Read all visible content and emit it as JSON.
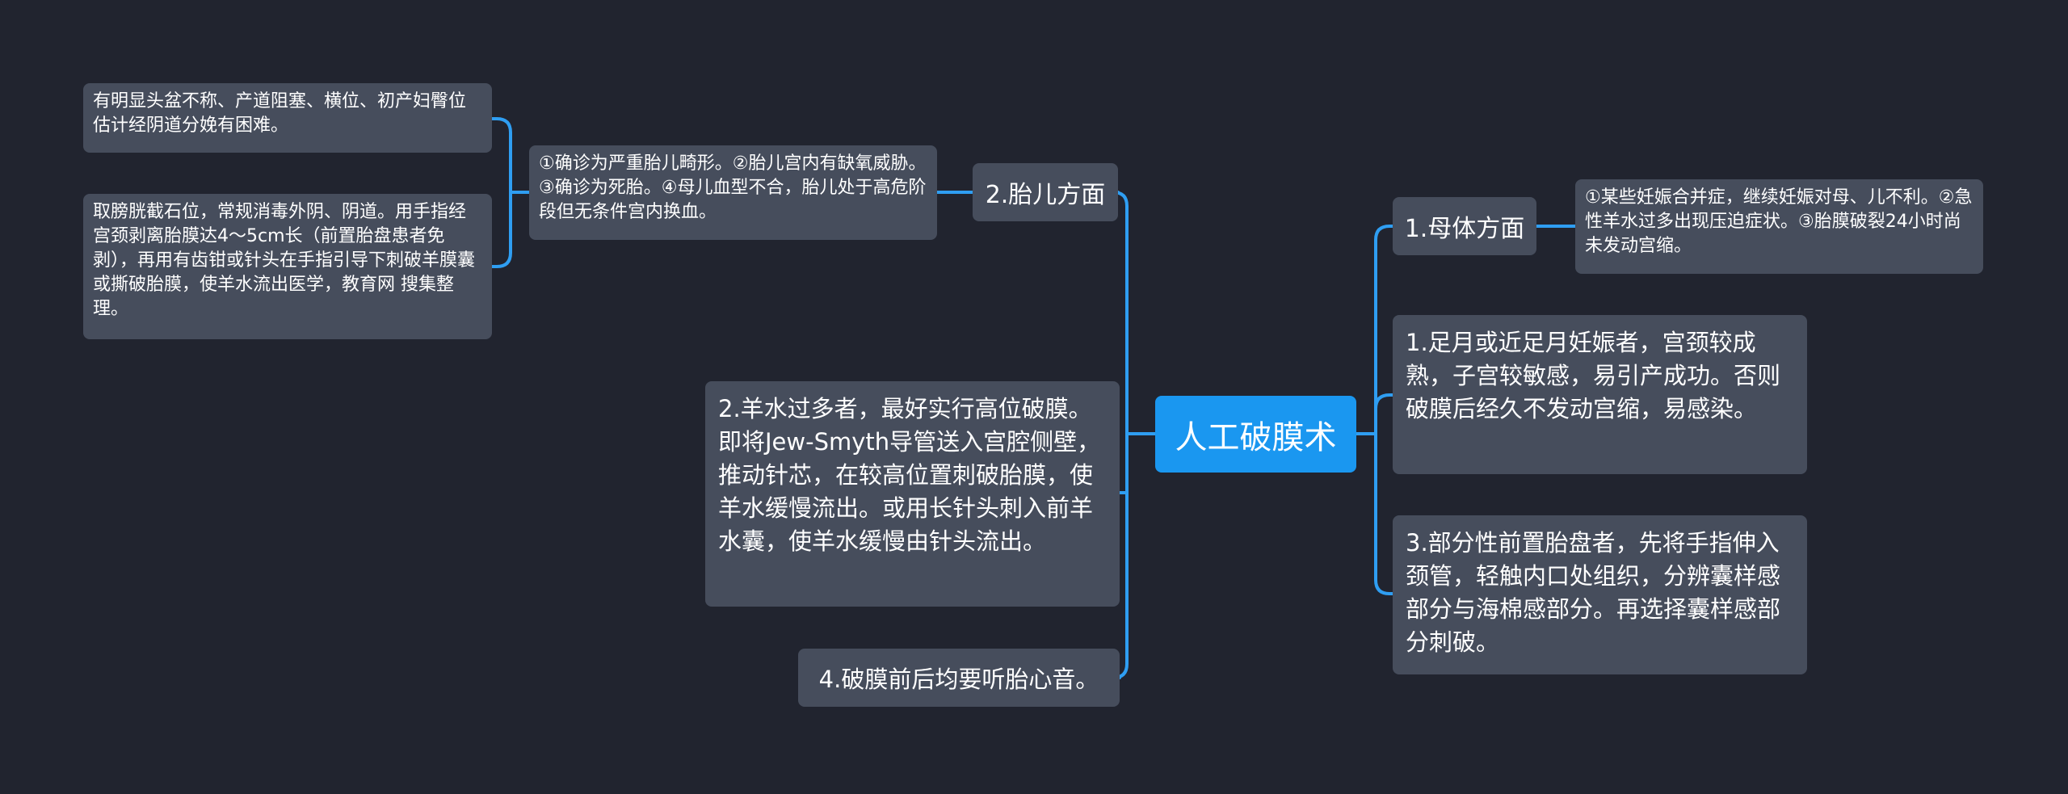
{
  "root": {
    "label": "人工破膜术"
  },
  "right": {
    "mother": {
      "label": "1.母体方面",
      "detail": "①某些妊娠合并症，继续妊娠对母、儿不利。②急性羊水过多出现压迫症状。③胎膜破裂24小时尚未发动宫缩。"
    },
    "full_term": "1.足月或近足月妊娠者，宫颈较成熟，子宫较敏感，易引产成功。否则破膜后经久不发动宫缩，易感染。",
    "placenta": "3.部分性前置胎盘者，先将手指伸入颈管，轻触内口处组织，分辨囊样感部分与海棉感部分。再选择囊样感部分刺破。"
  },
  "left": {
    "fetus": {
      "label": "2.胎儿方面",
      "detail": "①确诊为严重胎儿畸形。②胎儿宫内有缺氧威胁。③确诊为死胎。④母儿血型不合，胎儿处于高危阶段但无条件宫内换血。",
      "notes": [
        "有明显头盆不称、产道阻塞、横位、初产妇臀位估计经阴道分娩有困难。",
        "取膀胱截石位，常规消毒外阴、阴道。用手指经宫颈剥离胎膜达4～5cm长（前置胎盘患者免剥），再用有齿钳或针头在手指引导下刺破羊膜囊或撕破胎膜，使羊水流出医学，教育网 搜集整理。"
      ]
    },
    "polyhydramnios": "2.羊水过多者，最好实行高位破膜。即将Jew-Smyth导管送入宫腔侧壁，推动针芯，在较高位置刺破胎膜，使羊水缓慢流出。或用长针头刺入前羊水囊，使羊水缓慢由针头流出。",
    "heartbeat": "4.破膜前后均要听胎心音。"
  }
}
